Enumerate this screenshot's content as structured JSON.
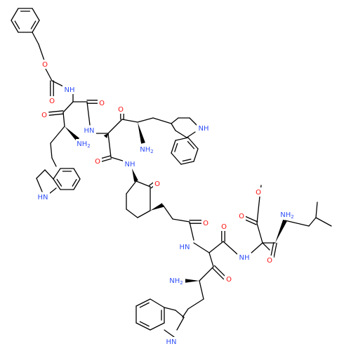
{
  "colors": {
    "background": "#ffffff",
    "bond": "#000000",
    "oxygen": "#ff0d0d",
    "nitrogen": "#3050f8",
    "carbon_label": "#000000"
  },
  "labels": {
    "o_cbz_ether": "O",
    "o_cbz_carbonyl": "O",
    "nh_cbz": "NH",
    "o_ketone_1": "O",
    "o_amide_1": "O",
    "nh2_1": "NH2",
    "hn_amide_1": "HN",
    "o_ketone_2": "O",
    "nh2_2": "NH2",
    "nh_indole_2": "NH",
    "o_amide_2": "O",
    "nh_ring": "NH",
    "o_cyclohexanone": "O",
    "hn_indole_1": "HN",
    "o_methyl_ester": "O",
    "o_ester_carbonyl": "O",
    "nh2_3": "NH2",
    "o_amide_4": "O",
    "o_amide_3": "O",
    "nh_amide_4": "NH",
    "o_ketone_4": "O",
    "hn_amide_3": "HN",
    "nh2_4": "NH2",
    "o_ketone_3": "O",
    "hn_indole_3": "HN"
  }
}
